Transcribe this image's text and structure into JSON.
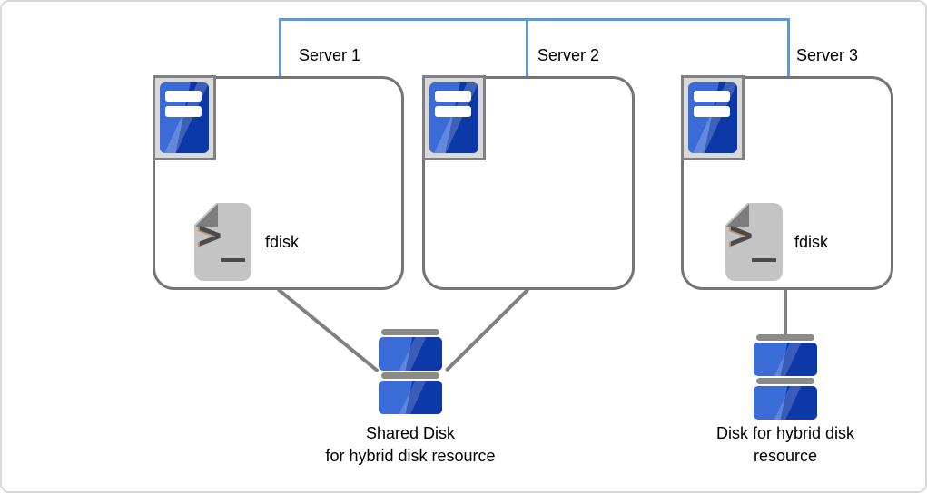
{
  "diagram": {
    "servers": [
      {
        "label": "Server 1",
        "has_fdisk": true,
        "fdisk_label": "fdisk"
      },
      {
        "label": "Server 2",
        "has_fdisk": false
      },
      {
        "label": "Server 3",
        "has_fdisk": true,
        "fdisk_label": "fdisk"
      }
    ],
    "disks": [
      {
        "caption_line1": "Shared Disk",
        "caption_line2": "for hybrid disk resource",
        "connected_servers": [
          "Server 1",
          "Server 2"
        ]
      },
      {
        "caption_line1": "Disk for hybrid disk",
        "caption_line2": "resource",
        "connected_servers": [
          "Server 3"
        ]
      }
    ],
    "script_icon": {
      "prompt_glyph": ">"
    },
    "colors": {
      "network_line": "#5B9BD5",
      "connector_line": "#808080",
      "box_border": "#757575",
      "frame": "#D8D8D8",
      "icon_gray_bg": "#D9D9D9",
      "icon_gray_border": "#808080",
      "icon_blue_light": "#3B6BD6",
      "icon_blue_dark": "#0D38A8",
      "doc_gray": "#C4C4C4",
      "fold_gray": "#7D7D7D",
      "disk_cap_gray": "#8A8A8A",
      "text": "#000000"
    }
  }
}
